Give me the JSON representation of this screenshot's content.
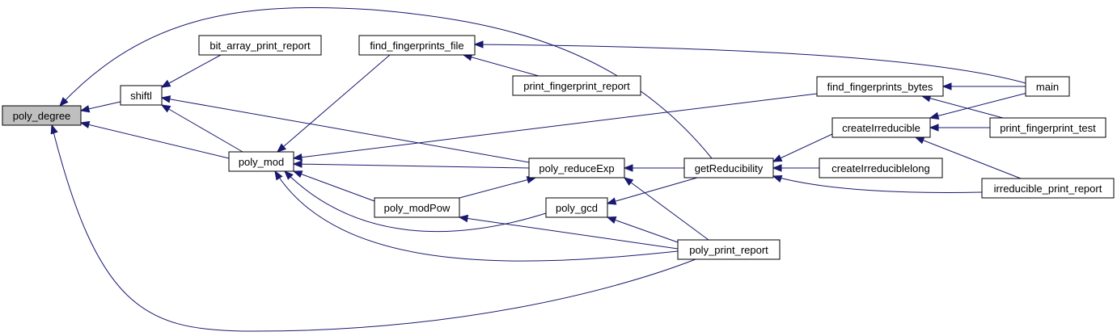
{
  "graph": {
    "colors": {
      "edge": "#191970",
      "node_border": "#000000",
      "highlight_fill": "#bfbfbf"
    },
    "nodes": {
      "poly_degree": "poly_degree",
      "shiftl": "shiftl",
      "bit_array_print_report": "bit_array_print_report",
      "poly_mod": "poly_mod",
      "find_fingerprints_file": "find_fingerprints_file",
      "print_fingerprint_report": "print_fingerprint_report",
      "poly_reduceExp": "poly_reduceExp",
      "poly_modPow": "poly_modPow",
      "poly_gcd": "poly_gcd",
      "getReducibility": "getReducibility",
      "poly_print_report": "poly_print_report",
      "find_fingerprints_bytes": "find_fingerprints_bytes",
      "createIrreducible": "createIrreducible",
      "createIrreduciblelong": "createIrreduciblelong",
      "main": "main",
      "print_fingerprint_test": "print_fingerprint_test",
      "irreducible_print_report": "irreducible_print_report"
    },
    "edges": [
      {
        "from": "shiftl",
        "to": "poly_degree"
      },
      {
        "from": "poly_mod",
        "to": "poly_degree"
      },
      {
        "from": "getReducibility",
        "to": "poly_degree"
      },
      {
        "from": "poly_print_report",
        "to": "poly_degree"
      },
      {
        "from": "bit_array_print_report",
        "to": "shiftl"
      },
      {
        "from": "poly_mod",
        "to": "shiftl"
      },
      {
        "from": "poly_reduceExp",
        "to": "shiftl"
      },
      {
        "from": "find_fingerprints_file",
        "to": "poly_mod"
      },
      {
        "from": "find_fingerprints_bytes",
        "to": "poly_mod"
      },
      {
        "from": "poly_reduceExp",
        "to": "poly_mod"
      },
      {
        "from": "poly_modPow",
        "to": "poly_mod"
      },
      {
        "from": "poly_gcd",
        "to": "poly_mod"
      },
      {
        "from": "poly_print_report",
        "to": "poly_mod"
      },
      {
        "from": "print_fingerprint_report",
        "to": "find_fingerprints_file"
      },
      {
        "from": "main",
        "to": "find_fingerprints_file"
      },
      {
        "from": "poly_modPow",
        "to": "poly_reduceExp"
      },
      {
        "from": "getReducibility",
        "to": "poly_reduceExp"
      },
      {
        "from": "poly_print_report",
        "to": "poly_reduceExp"
      },
      {
        "from": "getReducibility",
        "to": "poly_gcd"
      },
      {
        "from": "poly_print_report",
        "to": "poly_gcd"
      },
      {
        "from": "poly_print_report",
        "to": "poly_modPow"
      },
      {
        "from": "createIrreducible",
        "to": "getReducibility"
      },
      {
        "from": "createIrreduciblelong",
        "to": "getReducibility"
      },
      {
        "from": "irreducible_print_report",
        "to": "getReducibility"
      },
      {
        "from": "main",
        "to": "find_fingerprints_bytes"
      },
      {
        "from": "print_fingerprint_test",
        "to": "find_fingerprints_bytes"
      },
      {
        "from": "main",
        "to": "createIrreducible"
      },
      {
        "from": "print_fingerprint_test",
        "to": "createIrreducible"
      },
      {
        "from": "irreducible_print_report",
        "to": "createIrreducible"
      }
    ]
  }
}
